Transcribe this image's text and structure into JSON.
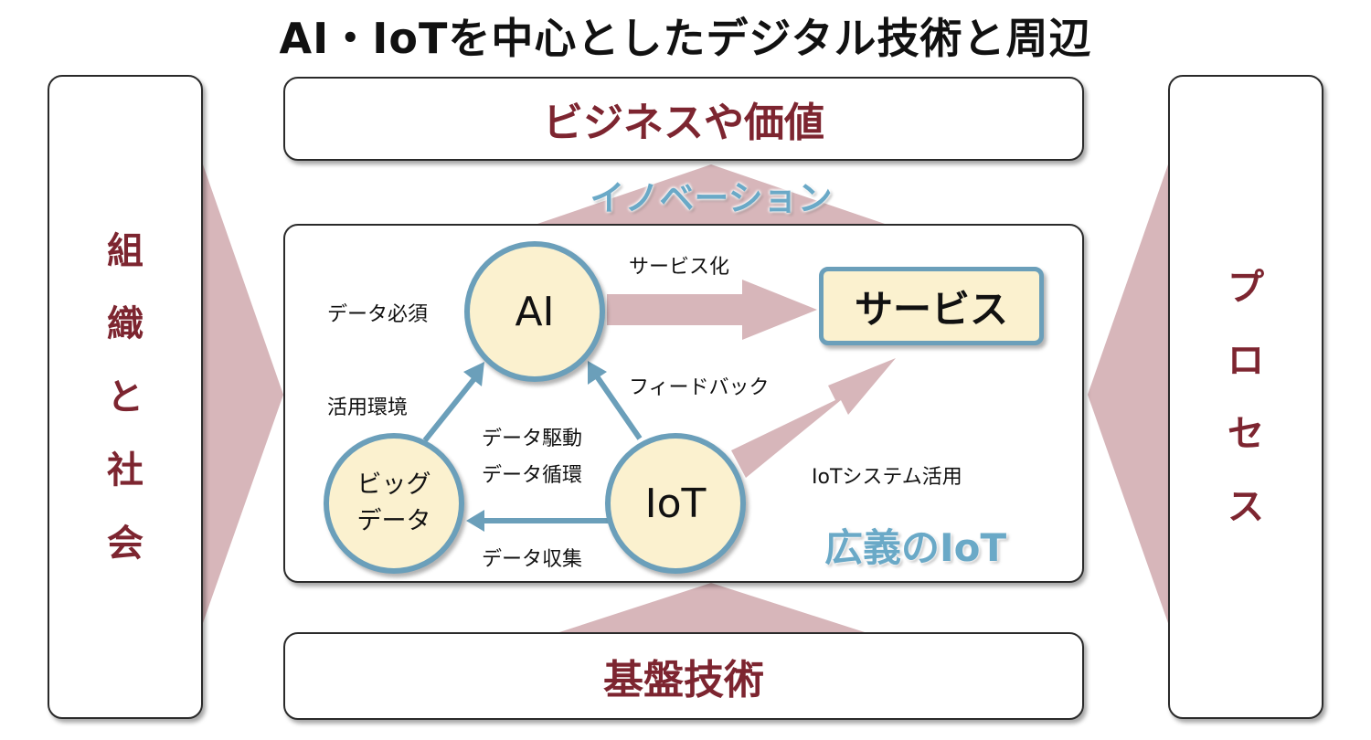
{
  "title": "AI・IoTを中心としたデジタル技術と周辺",
  "top_band": "ビジネスや価値",
  "bottom_band": "基盤技術",
  "left_panel": [
    "組",
    "織",
    "と",
    "社",
    "会"
  ],
  "right_panel": [
    "プ",
    "ロ",
    "セ",
    "ス"
  ],
  "innovation_label": "イノベーション",
  "broad_iot_label": "広義のIoT",
  "nodes": {
    "ai": "AI",
    "bigdata_line1": "ビッグ",
    "bigdata_line2": "データ",
    "iot": "IoT",
    "service": "サービス"
  },
  "labels": {
    "data_required": "データ必須",
    "usage_env": "活用環境",
    "data_driven": "データ駆動",
    "data_cycle": "データ循環",
    "data_collect": "データ収集",
    "servicization": "サービス化",
    "feedback": "フィードバック",
    "iot_system": "IoTシステム活用"
  },
  "colors": {
    "maroon_text": "#7d2530",
    "pink_arrow": "#d7b6ba",
    "node_fill": "#fbf1cf",
    "node_border": "#6b9fba",
    "glow_text": "#6aa9c7"
  }
}
